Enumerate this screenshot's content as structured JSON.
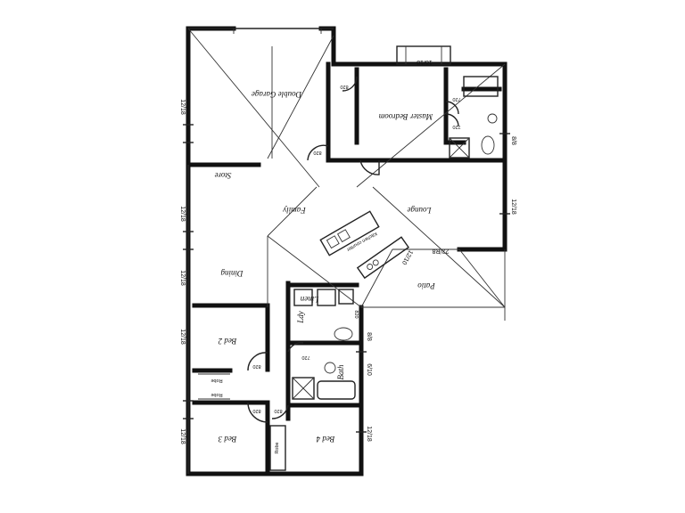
{
  "rooms": {
    "garage": "Double Garage",
    "master": "Master Bedroom",
    "lounge": "Lounge",
    "family": "Family",
    "dining": "Dining",
    "patio": "Patio",
    "bed2": "Bed 2",
    "bed3": "Bed 3",
    "bed4": "Bed 4",
    "bath": "Bath",
    "linen": "Linen",
    "laundry": "Ldy",
    "store": "Store",
    "robe1": "Robe",
    "robe2": "Robe",
    "robe3": "Robe",
    "counter": "Kitchen counter"
  },
  "dimensions": {
    "left_1": "12/18",
    "left_2": "12/18",
    "left_3": "12/18",
    "left_4": "12/18",
    "left_5": "12/18",
    "top": "18/18",
    "right_1": "8/8",
    "right_2": "12/18",
    "right_3": "8/8",
    "right_4": "6/10",
    "right_5": "12/18",
    "diag_1": "22/R8",
    "diag_2": "12/10"
  },
  "doors": {
    "d1": "820",
    "d2": "820",
    "d3": "720",
    "d4": "720",
    "d5": "820",
    "d6": "820",
    "d7": "720",
    "d8": "820",
    "d9": "820"
  }
}
